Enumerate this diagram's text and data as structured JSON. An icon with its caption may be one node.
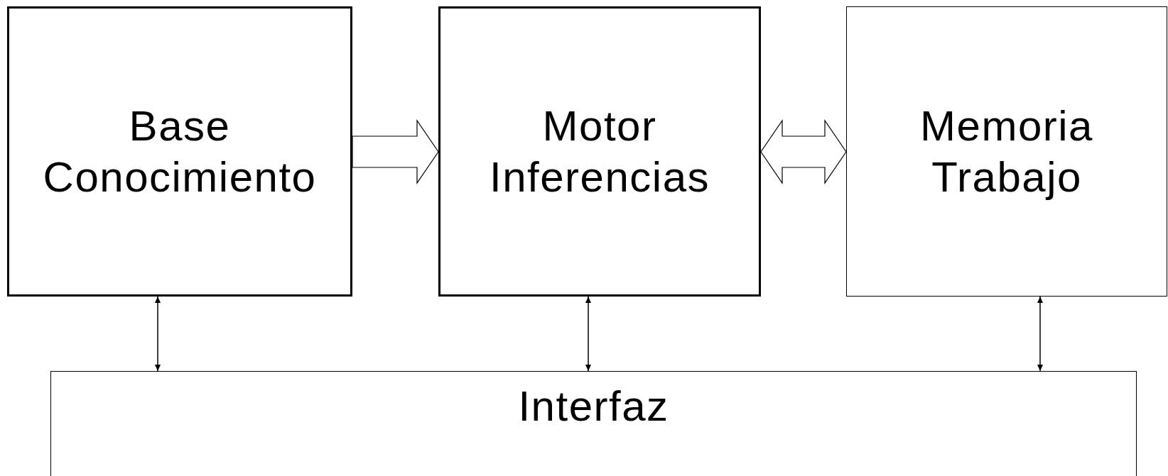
{
  "diagram": {
    "nodes": [
      {
        "text": [
          "Base Conocimiento"
        ]
      },
      {
        "text": [
          "Motor Inferencias"
        ]
      },
      {
        "text": [
          "Memoria Trabajo"
        ]
      },
      {
        "text": [
          "Interfaz"
        ]
      }
    ],
    "edges": [
      {
        "from": 0,
        "to": 1,
        "arrow": "to",
        "style": "thick"
      },
      {
        "from": 1,
        "to": 2,
        "arrow": "both",
        "style": "thick"
      },
      {
        "from": 0,
        "to": 3,
        "arrow": "both"
      },
      {
        "from": 1,
        "to": 3,
        "arrow": "both"
      },
      {
        "from": 2,
        "to": 3,
        "arrow": "both"
      }
    ]
  }
}
